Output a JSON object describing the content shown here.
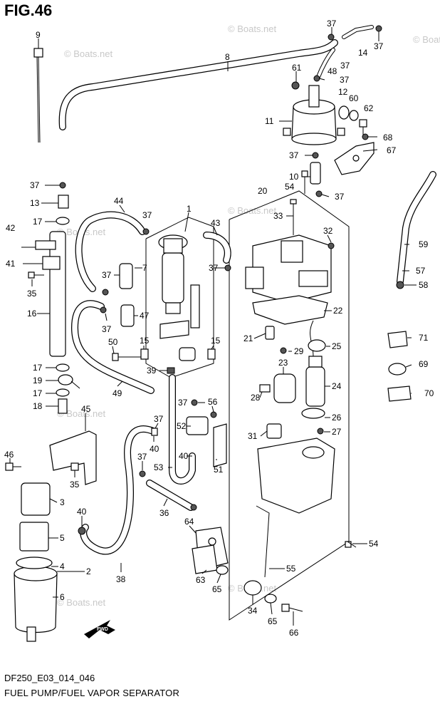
{
  "figure_title": "FIG.46",
  "diagram_code": "DF250_E03_014_046",
  "caption": "FUEL PUMP/FUEL VAPOR SEPARATOR",
  "watermark": "© Boats.net",
  "fwd_label": "FWD",
  "part_numbers": {
    "p9": "9",
    "p37a": "37",
    "p37b": "37",
    "p8": "8",
    "p48": "48",
    "p14": "14",
    "p37c": "37",
    "p61": "61",
    "p37d": "37",
    "p12": "12",
    "p60": "60",
    "p62": "62",
    "p11": "11",
    "p68": "68",
    "p67": "67",
    "p37e": "37",
    "p10": "10",
    "p54a": "54",
    "p37f": "37",
    "p20": "20",
    "p37g": "37",
    "p13": "13",
    "p44": "44",
    "p37h": "37",
    "p1": "1",
    "p43": "43",
    "p33": "33",
    "p32": "32",
    "p42": "42",
    "p17a": "17",
    "p41": "41",
    "p59": "59",
    "p57": "57",
    "p58": "58",
    "p35a": "35",
    "p37i": "37",
    "p7": "7",
    "p37j": "37",
    "p16": "16",
    "p22": "22",
    "p47": "47",
    "p37k": "37",
    "p71": "71",
    "p21": "21",
    "p15a": "15",
    "p15b": "15",
    "p25": "25",
    "p50": "50",
    "p29": "29",
    "p17b": "17",
    "p39": "39",
    "p23": "23",
    "p69": "69",
    "p19": "19",
    "p49": "49",
    "p24": "24",
    "p17c": "17",
    "p28": "28",
    "p70": "70",
    "p18": "18",
    "p37l": "37",
    "p56": "56",
    "p45": "45",
    "p37m": "37",
    "p52": "52",
    "p26": "26",
    "p31": "31",
    "p27": "27",
    "p40a": "40",
    "p46": "46",
    "p37n": "37",
    "p40b": "40",
    "p51": "51",
    "p53": "53",
    "p35b": "35",
    "p3": "3",
    "p36": "36",
    "p40c": "40",
    "p64": "64",
    "p5": "5",
    "p54b": "54",
    "p4": "4",
    "p2": "2",
    "p38": "38",
    "p55": "55",
    "p63": "63",
    "p65a": "65",
    "p6": "6",
    "p34": "34",
    "p65b": "65",
    "p66": "66"
  }
}
